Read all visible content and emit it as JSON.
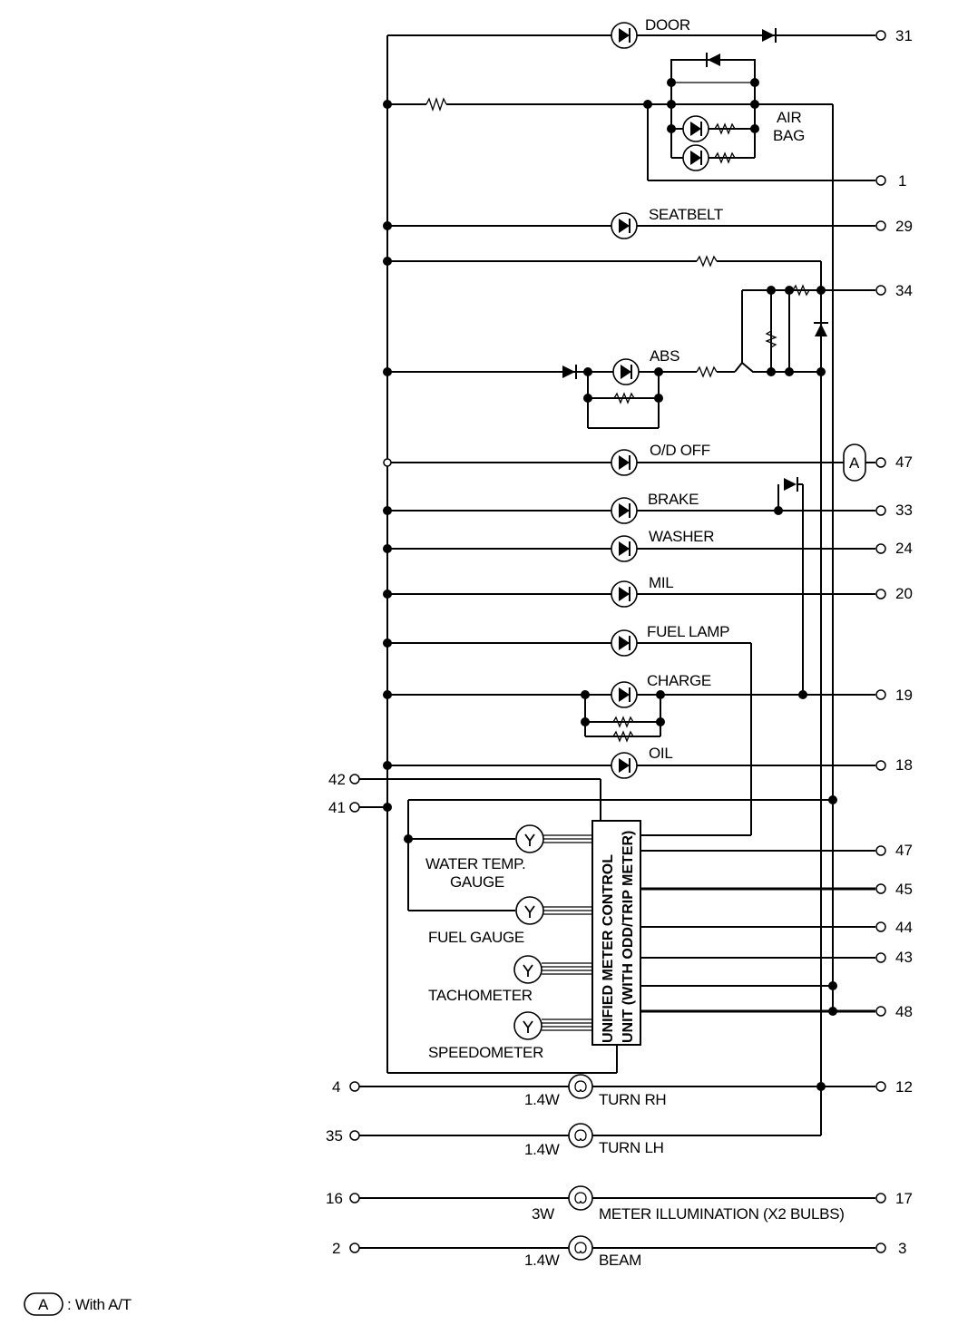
{
  "lamps": {
    "door": "DOOR",
    "air_bag": [
      "AIR",
      "BAG"
    ],
    "seatbelt": "SEATBELT",
    "abs": "ABS",
    "od_off": "O/D OFF",
    "brake": "BRAKE",
    "washer": "WASHER",
    "mil": "MIL",
    "fuel_lamp": "FUEL LAMP",
    "charge": "CHARGE",
    "oil": "OIL"
  },
  "gauges": {
    "water_temp": [
      "WATER TEMP.",
      "GAUGE"
    ],
    "fuel": "FUEL GAUGE",
    "tachometer": "TACHOMETER",
    "speedometer": "SPEEDOMETER"
  },
  "control_unit": [
    "UNIFIED METER CONTROL",
    "UNIT (WITH ODD/TRIP METER)"
  ],
  "bulbs": {
    "turn_rh": {
      "label": "TURN RH",
      "watt": "1.4W"
    },
    "turn_lh": {
      "label": "TURN LH",
      "watt": "1.4W"
    },
    "meter_illum": {
      "label": "METER ILLUMINATION (X2 BULBS)",
      "watt": "3W"
    },
    "beam": {
      "label": "BEAM",
      "watt": "1.4W"
    }
  },
  "pins_right": {
    "p31": "31",
    "p1": "1",
    "p29": "29",
    "p34": "34",
    "p47a": "47",
    "p33": "33",
    "p24": "24",
    "p20": "20",
    "p19": "19",
    "p18": "18",
    "p47b": "47",
    "p45": "45",
    "p44": "44",
    "p43": "43",
    "p48": "48",
    "p12": "12",
    "p17": "17",
    "p3": "3"
  },
  "pins_left": {
    "p42": "42",
    "p41": "41",
    "p4": "4",
    "p35": "35",
    "p16": "16",
    "p2": "2"
  },
  "legend": {
    "symbol": "A",
    "text": ": With A/T"
  }
}
